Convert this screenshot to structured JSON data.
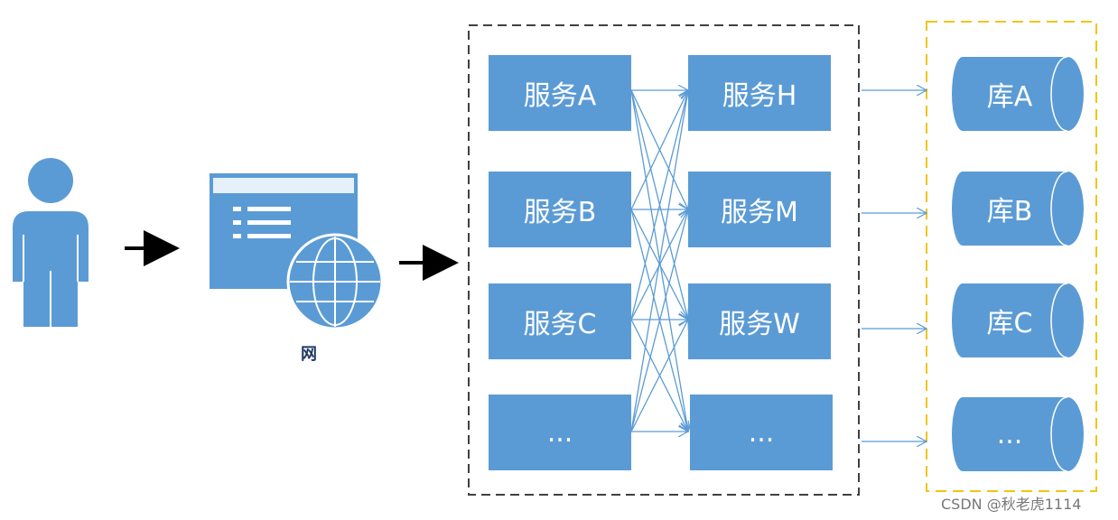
{
  "colors": {
    "box_fill": "#5b9bd5",
    "box_text": "#ffffff",
    "arrow_black": "#000000",
    "connector_blue": "#5b9bd5",
    "service_group_border": "#404040",
    "db_group_border": "#f0c419"
  },
  "icons": {
    "user": "person-icon",
    "gateway": "browser-window-icon",
    "globe": "globe-icon"
  },
  "gateway": {
    "label": "网"
  },
  "services_left": [
    {
      "label": "服务A"
    },
    {
      "label": "服务B"
    },
    {
      "label": "服务C"
    },
    {
      "label": "..."
    }
  ],
  "services_right": [
    {
      "label": "服务H"
    },
    {
      "label": "服务M"
    },
    {
      "label": "服务W"
    },
    {
      "label": "..."
    }
  ],
  "databases": [
    {
      "label": "库A"
    },
    {
      "label": "库B"
    },
    {
      "label": "库C"
    },
    {
      "label": "..."
    }
  ],
  "watermark": "CSDN @秋老虎1114"
}
